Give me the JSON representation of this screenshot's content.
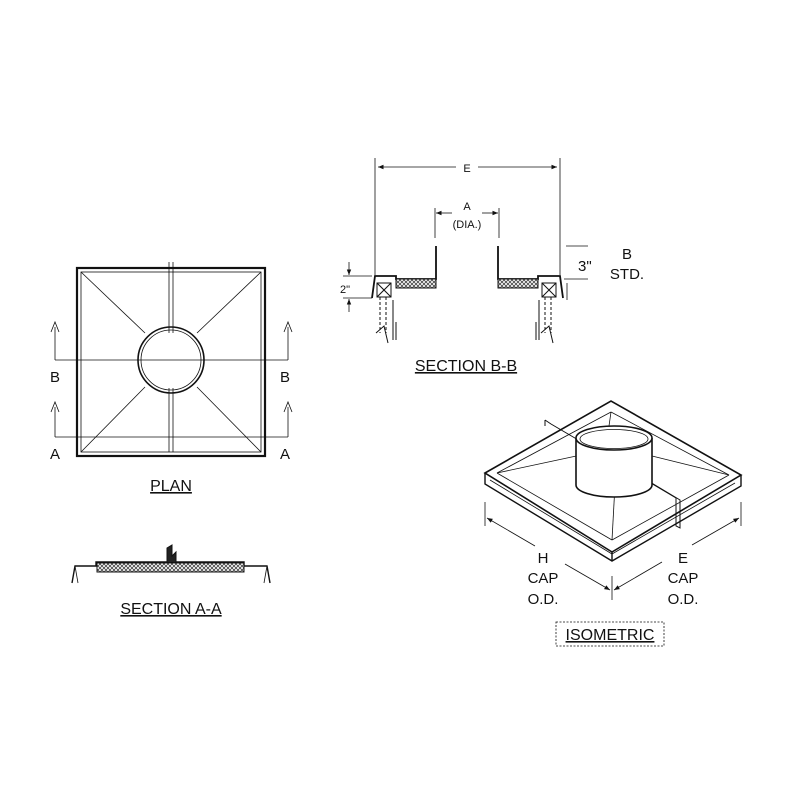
{
  "plan": {
    "title": "PLAN",
    "section_a": "A",
    "section_b": "B"
  },
  "section_aa": {
    "title": "SECTION A-A"
  },
  "section_bb": {
    "title": "SECTION B-B",
    "dim_e": "E",
    "dim_a": "A",
    "dim_a_sub": "(DIA.)",
    "dim_2in": "2\"",
    "dim_3in": "3\"",
    "dim_b": "B",
    "dim_b_sub": "STD."
  },
  "isometric": {
    "title": "ISOMETRIC",
    "dim_h": "H",
    "dim_e": "E",
    "cap": "CAP",
    "od": "O.D."
  },
  "colors": {
    "line": "#111111",
    "insulation": "#666666"
  }
}
